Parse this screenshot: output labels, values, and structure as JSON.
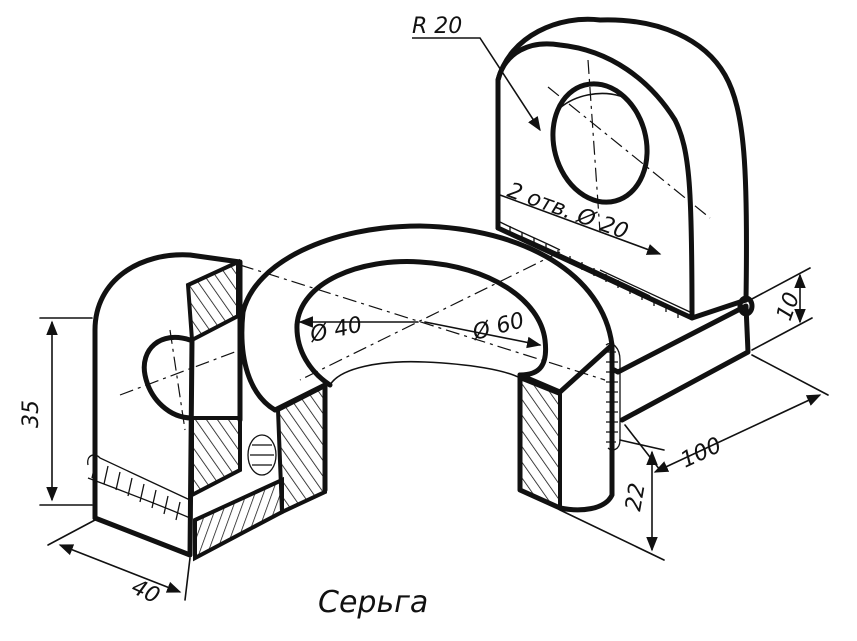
{
  "title": "Серьга",
  "dimensions": {
    "radius": "R 20",
    "holes": "2 отв. Ø 20",
    "inner_diameter": "Ø 40",
    "outer_diameter": "Ø 60",
    "height_left": "35",
    "thickness_plate": "10",
    "length_base": "100",
    "height_base": "22",
    "width_left": "40"
  }
}
